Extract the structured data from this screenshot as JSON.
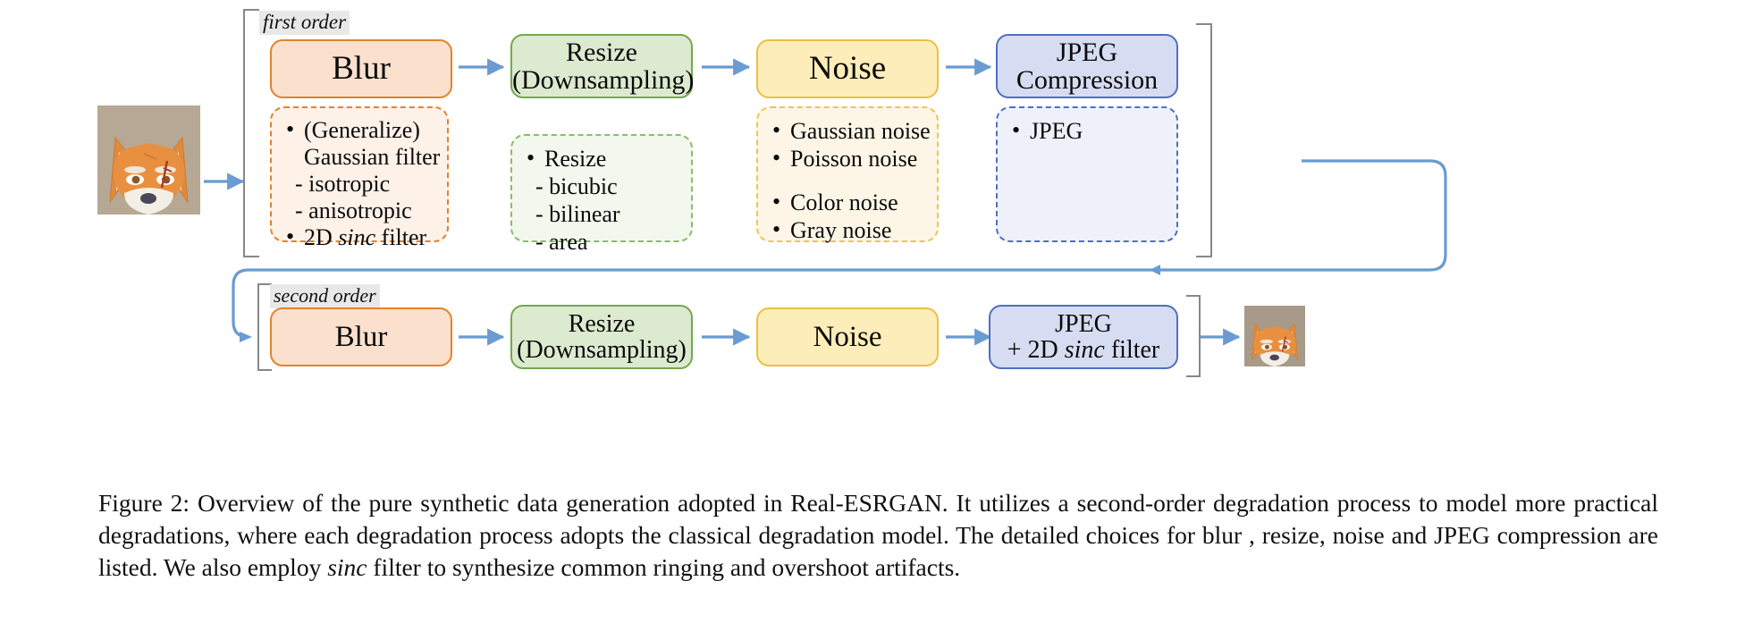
{
  "figure": {
    "caption_label": "Figure 2:",
    "caption_text": " Overview of the pure synthetic data generation adopted in Real-ESRGAN. It utilizes a second-order degradation process to model more practical degradations, where each degradation process adopts the classical degradation model.  The detailed choices for blur , resize, noise and JPEG compression are listed. We also employ ",
    "caption_sinc": "sinc",
    "caption_tail": " filter to synthesize common ringing and overshoot artifacts."
  },
  "colors": {
    "blur_border": "#e1832c",
    "blur_fill": "#fbe0cd",
    "resize_border": "#74a84e",
    "resize_fill": "#dcead0",
    "noise_border": "#e8c141",
    "noise_fill": "#fdeeb9",
    "jpeg_border": "#4f6fc0",
    "jpeg_fill": "#d6ddf2",
    "arrow": "#6a9bd1",
    "bracket": "#888888"
  },
  "orders": {
    "first": "first order",
    "second": "second order"
  },
  "first_order": {
    "stages": [
      {
        "title": "Blur",
        "subtitle": ""
      },
      {
        "title": "Resize",
        "subtitle": "(Downsampling)"
      },
      {
        "title": "Noise",
        "subtitle": ""
      },
      {
        "title": "JPEG",
        "subtitle": "Compression"
      }
    ],
    "details": [
      {
        "name": "blur-details",
        "items": [
          {
            "type": "bullet",
            "text": "(Generalize)"
          },
          {
            "type": "cont",
            "text": "Gaussian filter"
          },
          {
            "type": "dash",
            "text": "- isotropic"
          },
          {
            "type": "dash",
            "text": "- anisotropic"
          },
          {
            "type": "bullet-italic",
            "pre": "2D ",
            "em": "sinc",
            "post": " filter"
          }
        ]
      },
      {
        "name": "resize-details",
        "items": [
          {
            "type": "bullet",
            "text": "Resize"
          },
          {
            "type": "dash",
            "text": "- bicubic"
          },
          {
            "type": "dash",
            "text": "- bilinear"
          },
          {
            "type": "dash",
            "text": "- area"
          }
        ]
      },
      {
        "name": "noise-details",
        "items": [
          {
            "type": "bullet",
            "text": "Gaussian noise"
          },
          {
            "type": "bullet",
            "text": "Poisson noise"
          },
          {
            "type": "spacer",
            "text": ""
          },
          {
            "type": "bullet",
            "text": "Color noise"
          },
          {
            "type": "bullet",
            "text": "Gray noise"
          }
        ]
      },
      {
        "name": "jpeg-details",
        "items": [
          {
            "type": "bullet",
            "text": "JPEG"
          }
        ]
      }
    ]
  },
  "second_order": {
    "stages": [
      {
        "title": "Blur",
        "subtitle": ""
      },
      {
        "title": "Resize",
        "subtitle": "(Downsampling)"
      },
      {
        "title": "Noise",
        "subtitle": ""
      },
      {
        "title": "JPEG",
        "subtitle": "+ 2D sinc filter",
        "subtitle_pre": "+ 2D ",
        "subtitle_em": "sinc",
        "subtitle_post": " filter"
      }
    ]
  },
  "images": {
    "input_alt": "fox-illustration-input",
    "output_alt": "fox-illustration-output"
  }
}
